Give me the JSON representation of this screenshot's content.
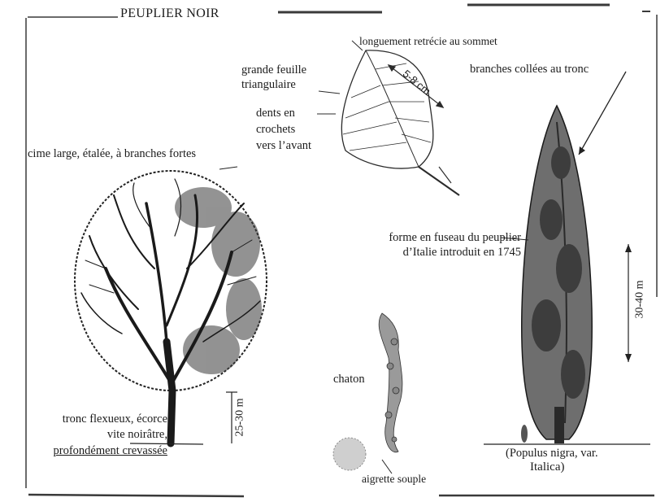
{
  "title": "PEUPLIER NOIR",
  "labels": {
    "leaf_apex": "longuement retrécie au sommet",
    "leaf_shape_1": "grande feuille",
    "leaf_shape_2": "triangulaire",
    "leaf_size": "5-8 cm",
    "teeth_1": "dents en",
    "teeth_2": "crochets",
    "teeth_3": "vers l’avant",
    "crown": "cime large, étalée, à branches fortes",
    "trunk_1": "tronc flexueux, écorce",
    "trunk_2": "vite noirâtre,",
    "trunk_3": "profondément crevassée",
    "height_black": "25-30 m",
    "branches": "branches collées au tronc",
    "fusiform_1": "forme en fuseau du peuplier",
    "fusiform_2": "d’Italie introduit en 1745",
    "height_italica": "30-40 m",
    "catkin": "chaton",
    "seed_tuft": "aigrette souple",
    "variety_1": "(Populus nigra,  var.",
    "variety_2": "Italica)"
  }
}
